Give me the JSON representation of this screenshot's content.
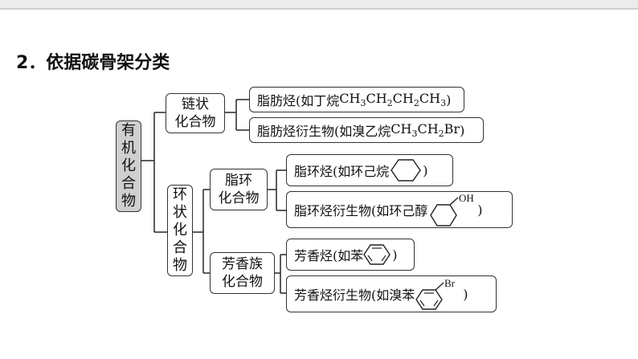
{
  "heading": "2．依据碳骨架分类",
  "root": "有机化合物",
  "chain": {
    "label_l1": "链状",
    "label_l2": "化合物",
    "children": [
      {
        "prefix": "脂肪烃(如丁烷",
        "formula": [
          [
            "CH",
            "3"
          ],
          [
            "CH",
            "2"
          ],
          [
            "CH",
            "2"
          ],
          [
            "CH",
            "3"
          ]
        ],
        "suffix": ")"
      },
      {
        "prefix": "脂肪烃衍生物(如溴乙烷",
        "formula": [
          [
            "CH",
            "3"
          ],
          [
            "CH",
            "2"
          ],
          [
            "Br",
            ""
          ]
        ],
        "suffix": ")"
      }
    ]
  },
  "ring": {
    "label": "环状化合物",
    "alicyclic": {
      "label_l1": "脂环",
      "label_l2": "化合物",
      "children": [
        {
          "text": "脂环烃(如环己烷",
          "icon": "cyclohexane-icon",
          "close": ")"
        },
        {
          "text": "脂环烃衍生物(如环己醇",
          "icon": "cyclohexanol-icon",
          "substituent": "OH",
          "close": ")"
        }
      ]
    },
    "aromatic": {
      "label_l1": "芳香族",
      "label_l2": "化合物",
      "children": [
        {
          "text": "芳香烃(如苯",
          "icon": "benzene-icon",
          "close": ")"
        },
        {
          "text": "芳香烃衍生物(如溴苯",
          "icon": "bromobenzene-icon",
          "substituent": "Br",
          "close": ")"
        }
      ]
    }
  }
}
